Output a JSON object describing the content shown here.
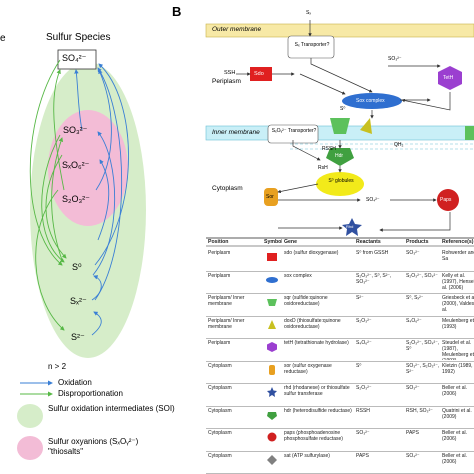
{
  "panel_a": {
    "title_fragment": "e",
    "heading": "Sulfur Species",
    "species": [
      {
        "id": "so4",
        "label": "SO₄²⁻"
      },
      {
        "id": "so3",
        "label": "SO₃²⁻"
      },
      {
        "id": "sxo6",
        "label": "SₓO₆²⁻"
      },
      {
        "id": "s2o3",
        "label": "S₂O₃²⁻"
      },
      {
        "id": "s0",
        "label": "S⁰"
      },
      {
        "id": "sx",
        "label": "Sₓ²⁻"
      },
      {
        "id": "s2minus",
        "label": "S²⁻"
      }
    ],
    "n_note": "n > 2",
    "legend": [
      {
        "label": "Oxidation",
        "color": "#3a7fd5"
      },
      {
        "label": "Disproportionation",
        "color": "#57b846"
      },
      {
        "label": "Sulfur oxidation intermediates (SOI)",
        "color": "#d6edc9"
      },
      {
        "label": "Sulfur oxyanions (SₓOᵧ²⁻) \"thiosalts\"",
        "color": "#f3bcd6"
      }
    ]
  },
  "panel_b": {
    "label": "B",
    "membranes": {
      "outer": "Outer membrane",
      "inner": "Inner membrane"
    },
    "compartments": {
      "periplasm": "Periplasm",
      "cytoplasm": "Cytoplasm"
    },
    "transporters": {
      "top": "Sₓ Transporter?",
      "top_prefix": "Sₓ",
      "inner": "SₓOᵧ²⁻ Transporter?"
    },
    "nodes": {
      "ssh": "SSH",
      "sdo": "Sdo",
      "sox": "Sox complex",
      "so3": "SO₃²⁻",
      "tetrah": "TetH",
      "s0": "S⁰",
      "qh2": "QH₂",
      "rssh": "RSSH",
      "hdr": "Hdr",
      "rsh": "RsH",
      "globules": "S⁰ globules",
      "sor": "Sor",
      "rhd": "Rhd",
      "paps": "Paps",
      "so4": "SO₄²⁻"
    },
    "table": {
      "headers": [
        "Position",
        "Symbol",
        "Gene",
        "Reactants",
        "Products",
        "Reference(s)"
      ],
      "rows": [
        {
          "position": "Periplasm",
          "symbol_color": "#e02020",
          "symbol_shape": "square",
          "gene": "sdo (sulfur dioxygenase)",
          "reactants": "S⁰ from GSSH",
          "products": "SO₃²⁻",
          "refs": "Rohwerder and Sa"
        },
        {
          "position": "Periplasm",
          "symbol_color": "#2f6fd0",
          "symbol_shape": "ellipse",
          "gene": "sox complex",
          "reactants": "S₂O₃²⁻, S⁰, S²⁻, SO₃²⁻",
          "products": "S₂O₃²⁻, SO₄²⁻",
          "refs": "Kelly et al. (1997), Hensel et al. (2006)"
        },
        {
          "position": "Periplasm/ Inner membrane",
          "symbol_color": "#5cc15c",
          "symbol_shape": "trapezoid",
          "gene": "sqr (sulfide:quinone oxidoreductase)",
          "reactants": "S²⁻",
          "products": "S⁰, Sₓ²⁻",
          "refs": "Griesbeck et al. (2000), Valdes et al."
        },
        {
          "position": "Periplasm/ Inner membrane",
          "symbol_color": "#c8c020",
          "symbol_shape": "triangle",
          "gene": "doxD (thiosulfate:quinone oxidoreductase)",
          "reactants": "S₂O₃²⁻",
          "products": "S₄O₆²⁻",
          "refs": "Meulenberg et al. (1993)"
        },
        {
          "position": "Periplasm",
          "symbol_color": "#9b3fd0",
          "symbol_shape": "hexagon",
          "gene": "tetH (tetrathionate hydrolase)",
          "reactants": "S₄O₆²⁻",
          "products": "S₂O₃²⁻, SO₄²⁻, S⁰",
          "refs": "Steudel et al. (1987), Meulenberg et al. (1993), Rzhepishevska et al."
        },
        {
          "position": "Cytoplasm",
          "symbol_color": "#e8a020",
          "symbol_shape": "rounded",
          "gene": "sor (sulfur oxygenase reductase)",
          "reactants": "S⁰",
          "products": "SO₃²⁻, S₂O₃²⁻, S²⁻",
          "refs": "Kletzin (1989, 1992)"
        },
        {
          "position": "Cytoplasm",
          "symbol_color": "#3050a0",
          "symbol_shape": "star",
          "gene": "rhd (rhodanese) or thiosulfate sulfur transferase",
          "reactants": "S₂O₃²⁻",
          "products": "SO₃²⁻",
          "refs": "Beller et al. (2006)"
        },
        {
          "position": "Cytoplasm",
          "symbol_color": "#40a040",
          "symbol_shape": "pentagon",
          "gene": "hdr (heterodisulfide reductase)",
          "reactants": "RSSH",
          "products": "RSH, SO₃²⁻",
          "refs": "Quatrini et al. (2009)"
        },
        {
          "position": "Cytoplasm",
          "symbol_color": "#d02020",
          "symbol_shape": "circle",
          "gene": "paps (phosphoadenosine phosphosulfate reductase)",
          "reactants": "SO₃²⁻",
          "products": "PAPS",
          "refs": "Beller et al. (2006)"
        },
        {
          "position": "Cytoplasm",
          "symbol_color": "#808080",
          "symbol_shape": "diamond",
          "gene": "sat (ATP sulfurylase)",
          "reactants": "PAPS",
          "products": "SO₄²⁻",
          "refs": "Beller et al. (2006)"
        }
      ]
    }
  }
}
